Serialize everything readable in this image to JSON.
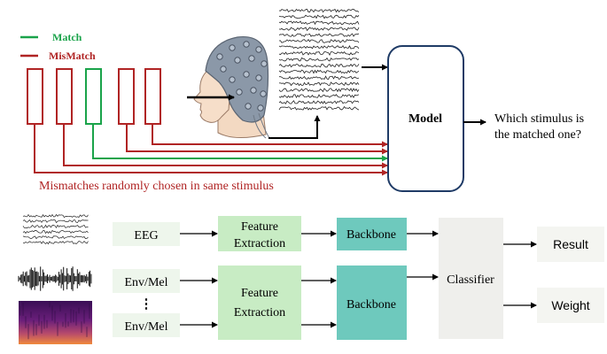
{
  "legend": {
    "match_label": "Match",
    "mismatch_label": "MisMatch"
  },
  "top": {
    "model_label": "Model",
    "question_line1": "Which stimulus is",
    "question_line2": "the matched one?",
    "caption": "Mismatches randomly chosen in same stimulus"
  },
  "pipeline": {
    "eeg_label": "EEG",
    "env_label_1": "Env/Mel",
    "ellipsis": "⋮",
    "env_label_2": "Env/Mel",
    "feature_extraction_top_line1": "Feature",
    "feature_extraction_top_line2": "Extraction",
    "feature_extraction_bottom_line1": "Feature",
    "feature_extraction_bottom_line2": "Extraction",
    "backbone_top": "Backbone",
    "backbone_bottom": "Backbone",
    "classifier": "Classifier",
    "result": "Result",
    "weight": "Weight"
  },
  "colors": {
    "match": "#1aa34a",
    "mismatch": "#b02424",
    "model_border": "#1f3b66",
    "input_box": "#eef6ec",
    "feature_box": "#c8ecc4",
    "backbone_box": "#6ec9bd",
    "classifier_box": "#efefec",
    "output_box": "#f4f5f1"
  },
  "icons": {
    "head": "eeg-cap-head-icon",
    "eeg_waves": "eeg-waveform-icon",
    "audio_wave": "audio-waveform-icon",
    "spectrogram": "mel-spectrogram-icon"
  }
}
